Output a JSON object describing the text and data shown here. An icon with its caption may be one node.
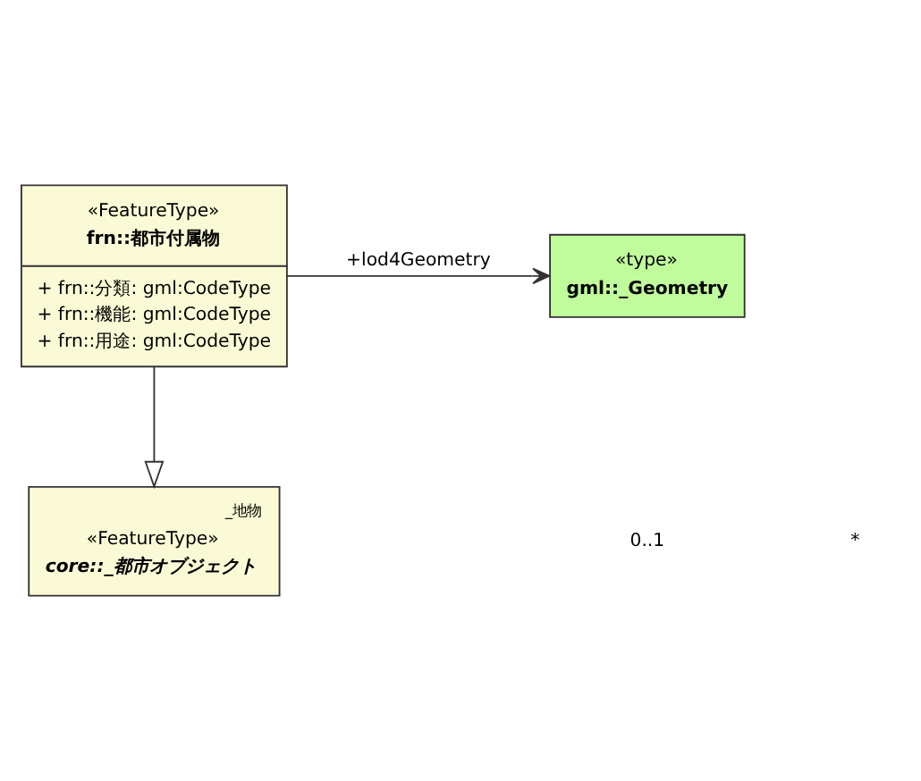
{
  "diagram": {
    "nodes": [
      {
        "text": [
          "_地物",
          "«FeatureType»",
          "core::_都市オブジェクト"
        ]
      },
      {
        "text": [
          "«FeatureType»",
          "frn::都市付属物",
          "+ frn::分類: gml:CodeType",
          "+ frn::機能: gml:CodeType",
          "+ frn::用途: gml:CodeType"
        ]
      },
      {
        "text": [
          "«type»",
          "gml::_Geometry"
        ]
      }
    ],
    "edges": [
      {
        "from": 1,
        "to": 0,
        "arrow": "to"
      },
      {
        "from": 1,
        "to": 2,
        "arrow": "to",
        "label": "+lod4Geometry"
      }
    ],
    "labels": [
      "0..1",
      "*"
    ]
  }
}
